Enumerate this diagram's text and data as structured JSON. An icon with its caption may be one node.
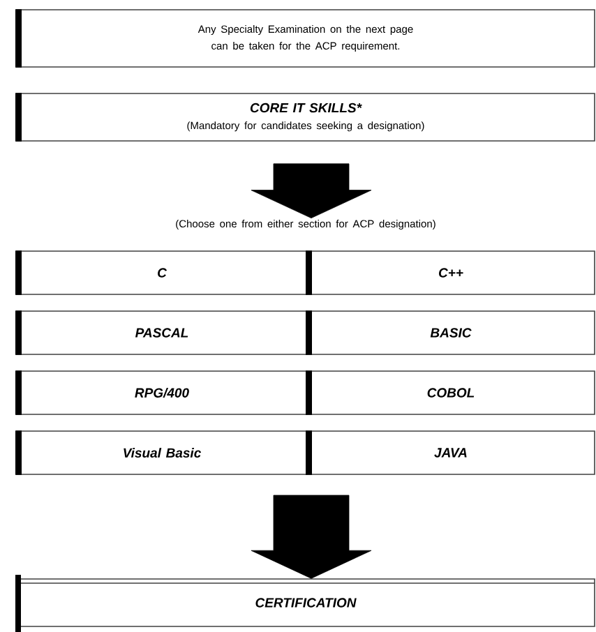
{
  "diagram": {
    "nodes": [
      {
        "text": [
          "Any Specialty Examination on the next page can be taken for the ACP requirement."
        ]
      },
      {
        "text": [
          "CORE IT SKILLS*",
          "(Mandatory for candidates seeking a designation)"
        ]
      },
      {
        "text": [
          "(Choose one from either section for ACP designation)"
        ]
      },
      {
        "text": [
          "C"
        ]
      },
      {
        "text": [
          "C++"
        ]
      },
      {
        "text": [
          "PASCAL"
        ]
      },
      {
        "text": [
          "BASIC"
        ]
      },
      {
        "text": [
          "RPG/400"
        ]
      },
      {
        "text": [
          "COBOL"
        ]
      },
      {
        "text": [
          "Visual Basic"
        ]
      },
      {
        "text": [
          "JAVA"
        ]
      },
      {
        "text": [
          "CERTIFICATION"
        ]
      }
    ],
    "edges": [
      {
        "from": 1,
        "to": 2,
        "arrow": "to"
      },
      {
        "from": null,
        "to": 11,
        "arrow": "to"
      }
    ]
  }
}
